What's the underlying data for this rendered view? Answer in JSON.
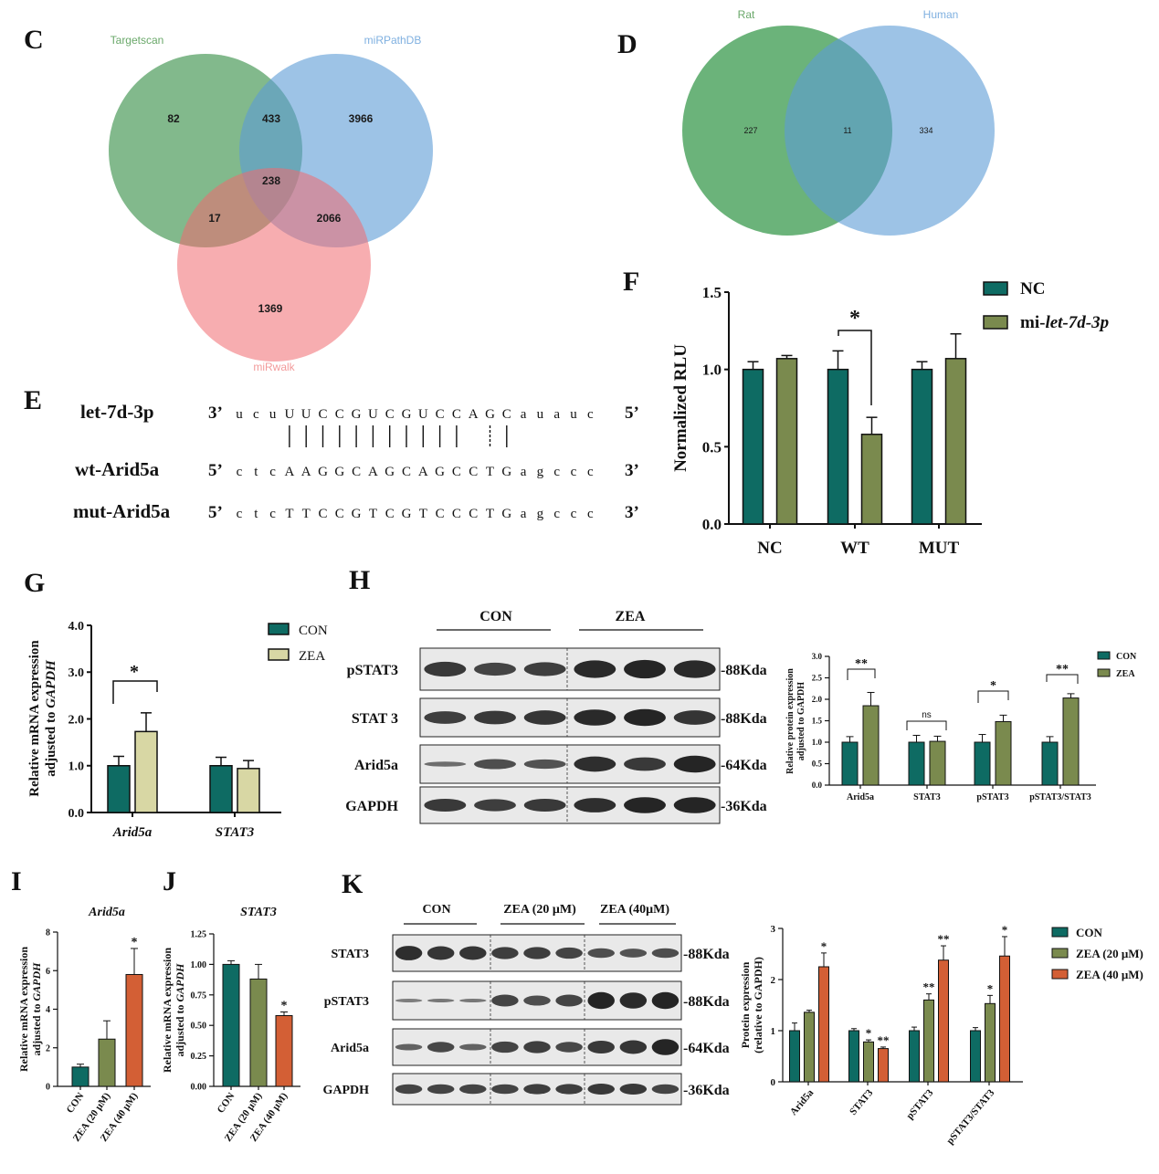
{
  "panels": {
    "C": {
      "letter": "C",
      "sets": [
        {
          "name": "Targetscan",
          "color": "#2e8b3f",
          "label_color": "#6aa86a"
        },
        {
          "name": "miRPathDB",
          "color": "#5b9bd5",
          "label_color": "#7fb0e0"
        },
        {
          "name": "miRwalk",
          "color": "#f06a70",
          "label_color": "#f29a9a"
        }
      ],
      "regions": [
        {
          "value": "82"
        },
        {
          "value": "433"
        },
        {
          "value": "3966"
        },
        {
          "value": "238"
        },
        {
          "value": "17"
        },
        {
          "value": "2066"
        },
        {
          "value": "1369"
        }
      ]
    },
    "D": {
      "letter": "D",
      "sets": [
        {
          "name": "Rat",
          "color": "#3a9a4e",
          "label_color": "#6aa86a"
        },
        {
          "name": "Human",
          "color": "#5b9bd5",
          "label_color": "#7fb0e0"
        }
      ],
      "regions": [
        {
          "value": "227"
        },
        {
          "value": "11"
        },
        {
          "value": "334"
        }
      ]
    },
    "E": {
      "letter": "E",
      "rows": [
        {
          "name": "let-7d-3p",
          "left": "3’",
          "right": "5’",
          "seq": [
            "u",
            "c",
            "u",
            "U",
            "U",
            "C",
            "C",
            "G",
            "U",
            "C",
            "G",
            "U",
            "C",
            "C",
            "A",
            "G",
            "C",
            "a",
            "u",
            "a",
            "u",
            "c"
          ]
        },
        {
          "name": "wt-Arid5a",
          "left": "5’",
          "right": "3’",
          "seq": [
            "c",
            "t",
            "c",
            "A",
            "A",
            "G",
            "G",
            "C",
            "A",
            "G",
            "C",
            "A",
            "G",
            "C",
            "C",
            "T",
            "G",
            "a",
            "g",
            "c",
            "c",
            "c"
          ]
        },
        {
          "name": "mut-Arid5a",
          "left": "5’",
          "right": "3’",
          "seq": [
            "c",
            "t",
            "c",
            "T",
            "T",
            "C",
            "C",
            "G",
            "T",
            "C",
            "G",
            "T",
            "C",
            "C",
            "C",
            "T",
            "G",
            "a",
            "g",
            "c",
            "c",
            "c"
          ]
        }
      ]
    },
    "F": {
      "letter": "F"
    },
    "G": {
      "letter": "G"
    },
    "H": {
      "letter": "H",
      "groups": [
        "CON",
        "ZEA"
      ],
      "rows": [
        {
          "name": "pSTAT3",
          "kda": "-88Kda"
        },
        {
          "name": "STAT 3",
          "kda": "-88Kda"
        },
        {
          "name": "Arid5a",
          "kda": "-64Kda"
        },
        {
          "name": "GAPDH",
          "kda": "-36Kda"
        }
      ]
    },
    "I": {
      "letter": "I"
    },
    "J": {
      "letter": "J"
    },
    "K": {
      "letter": "K",
      "groups": [
        "CON",
        "ZEA (20 μM)",
        "ZEA (40μM)"
      ],
      "rows": [
        {
          "name": "STAT3",
          "kda": "-88Kda"
        },
        {
          "name": "pSTAT3",
          "kda": "-88Kda"
        },
        {
          "name": "Arid5a",
          "kda": "-64Kda"
        },
        {
          "name": "GAPDH",
          "kda": "-36Kda"
        }
      ]
    }
  },
  "colors": {
    "teal": "#0e6b63",
    "olive": "#7a8a4e",
    "khaki": "#d8d7a4",
    "orange": "#d35f35"
  },
  "chart_data": [
    {
      "id": "F",
      "type": "bar",
      "categories": [
        "NC",
        "WT",
        "MUT"
      ],
      "series": [
        {
          "name": "NC",
          "values": [
            1.0,
            1.0,
            1.0
          ],
          "errors": [
            0.05,
            0.12,
            0.05
          ],
          "color": "#0e6b63"
        },
        {
          "name": "mi-let-7d-3p",
          "values": [
            1.07,
            0.58,
            1.07
          ],
          "errors": [
            0.02,
            0.11,
            0.16
          ],
          "color": "#7a8a4e"
        }
      ],
      "ylabel": "Normalized RLU",
      "ylim": [
        0,
        1.5
      ],
      "yticks": [
        "0.0",
        "0.5",
        "1.0",
        "1.5"
      ],
      "significance": [
        {
          "category": "WT",
          "label": "*"
        }
      ],
      "legend": "top-right"
    },
    {
      "id": "G",
      "type": "bar",
      "categories": [
        "Arid5a",
        "STAT3"
      ],
      "series": [
        {
          "name": "CON",
          "values": [
            1.0,
            1.0
          ],
          "errors": [
            0.2,
            0.18
          ],
          "color": "#0e6b63"
        },
        {
          "name": "ZEA",
          "values": [
            1.73,
            0.94
          ],
          "errors": [
            0.4,
            0.17
          ],
          "color": "#d8d7a4"
        }
      ],
      "ylabel": "Relative mRNA expression adjusted to GAPDH",
      "ylim": [
        0,
        4.0
      ],
      "yticks": [
        "0.0",
        "1.0",
        "2.0",
        "3.0",
        "4.0"
      ],
      "significance": [
        {
          "category": "Arid5a",
          "label": "*"
        }
      ],
      "legend": "top-right"
    },
    {
      "id": "H",
      "type": "bar",
      "categories": [
        "Arid5a",
        "STAT3",
        "pSTAT3",
        "pSTAT3/STAT3"
      ],
      "series": [
        {
          "name": "CON",
          "values": [
            1.0,
            1.0,
            1.0,
            1.0
          ],
          "errors": [
            0.13,
            0.16,
            0.18,
            0.13
          ],
          "color": "#0e6b63"
        },
        {
          "name": "ZEA",
          "values": [
            1.85,
            1.02,
            1.48,
            2.03
          ],
          "errors": [
            0.31,
            0.12,
            0.15,
            0.1
          ],
          "color": "#7a8a4e"
        }
      ],
      "ylabel": "Relative protein expression adjusted to GAPDH",
      "ylim": [
        0,
        3.0
      ],
      "yticks": [
        "0.0",
        "0.5",
        "1.0",
        "1.5",
        "2.0",
        "2.5",
        "3.0"
      ],
      "significance": [
        {
          "category": "Arid5a",
          "label": "**"
        },
        {
          "category": "STAT3",
          "label": "ns"
        },
        {
          "category": "pSTAT3",
          "label": "*"
        },
        {
          "category": "pSTAT3/STAT3",
          "label": "**"
        }
      ],
      "legend": "top-right"
    },
    {
      "id": "I",
      "type": "bar",
      "title": "Arid5a",
      "categories": [
        "CON",
        "ZEA (20 μM)",
        "ZEA (40 μM)"
      ],
      "values": [
        1.0,
        2.45,
        5.8
      ],
      "errors": [
        0.15,
        0.95,
        1.35
      ],
      "colors": [
        "#0e6b63",
        "#7a8a4e",
        "#d35f35"
      ],
      "ylabel": "Relative mRNA expression adjusted to GAPDH",
      "ylim": [
        0,
        8
      ],
      "yticks": [
        "0",
        "2",
        "4",
        "6",
        "8"
      ],
      "significance": [
        {
          "index": 2,
          "label": "*"
        }
      ]
    },
    {
      "id": "J",
      "type": "bar",
      "title": "STAT3",
      "categories": [
        "CON",
        "ZEA (20 μM)",
        "ZEA (40 μM)"
      ],
      "values": [
        1.0,
        0.88,
        0.58
      ],
      "errors": [
        0.03,
        0.12,
        0.03
      ],
      "colors": [
        "#0e6b63",
        "#7a8a4e",
        "#d35f35"
      ],
      "ylabel": "Relative mRNA expression adjusted to GAPDH",
      "ylim": [
        0,
        1.25
      ],
      "yticks": [
        "0.00",
        "0.25",
        "0.50",
        "0.75",
        "1.00",
        "1.25"
      ],
      "significance": [
        {
          "index": 2,
          "label": "*"
        }
      ]
    },
    {
      "id": "K",
      "type": "bar",
      "categories": [
        "Arid5a",
        "STAT3",
        "pSTAT3",
        "pSTAT3/STAT3"
      ],
      "series": [
        {
          "name": "CON",
          "values": [
            1.0,
            1.0,
            1.0,
            1.0
          ],
          "errors": [
            0.15,
            0.04,
            0.07,
            0.06
          ],
          "color": "#0e6b63"
        },
        {
          "name": "ZEA (20 μM)",
          "values": [
            1.36,
            0.78,
            1.6,
            1.53
          ],
          "errors": [
            0.04,
            0.04,
            0.12,
            0.16
          ],
          "color": "#7a8a4e"
        },
        {
          "name": "ZEA (40 μM)",
          "values": [
            2.25,
            0.65,
            2.38,
            2.46
          ],
          "errors": [
            0.27,
            0.03,
            0.28,
            0.38
          ],
          "color": "#d35f35"
        }
      ],
      "ylabel": "Protein expression (relative to GAPDH)",
      "ylim": [
        0,
        3
      ],
      "yticks": [
        "0",
        "1",
        "2",
        "3"
      ],
      "significance": [
        {
          "category": 0,
          "series": 2,
          "label": "*"
        },
        {
          "category": 1,
          "series": 1,
          "label": "*"
        },
        {
          "category": 1,
          "series": 2,
          "label": "**"
        },
        {
          "category": 2,
          "series": 1,
          "label": "**"
        },
        {
          "category": 2,
          "series": 2,
          "label": "**"
        },
        {
          "category": 3,
          "series": 1,
          "label": "*"
        },
        {
          "category": 3,
          "series": 2,
          "label": "*"
        }
      ],
      "legend": "right"
    }
  ]
}
